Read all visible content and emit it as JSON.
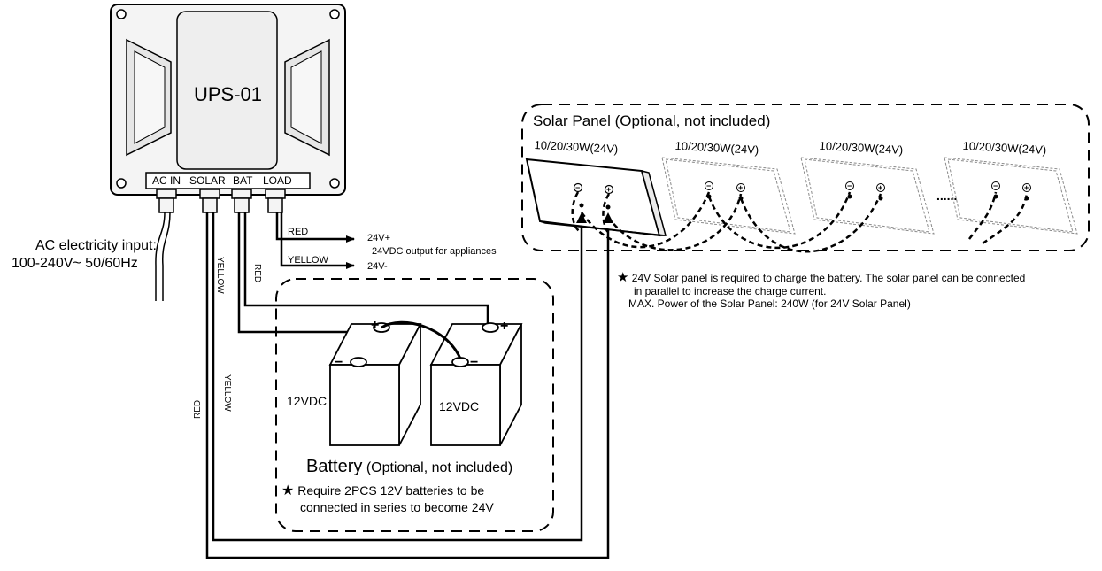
{
  "ups": {
    "name": "UPS-01",
    "ports": [
      "AC IN",
      "SOLAR",
      "BAT",
      "LOAD"
    ]
  },
  "ac_input": {
    "line1": "AC electricity input:",
    "line2": "100-240V~ 50/60Hz"
  },
  "load": {
    "red_label": "RED",
    "yellow_label": "YELLOW",
    "plus": "24V+",
    "minus": "24V-",
    "note": "24VDC output for appliances"
  },
  "wires": {
    "solar_red": "RED",
    "solar_yellow": "YELLOW",
    "bat_yellow": "YELLOW",
    "bat_red": "RED"
  },
  "battery": {
    "cell_label": "12VDC",
    "title_main": "Battery",
    "title_sub": "(Optional, not included)",
    "star": "★",
    "note_line1": "Require 2PCS 12V batteries to be",
    "note_line2": "connected in series to become 24V"
  },
  "solar": {
    "title": "Solar Panel (Optional, not included)",
    "panel_label": "10/20/30W(24V)",
    "ellipsis": "......",
    "star": "★",
    "note_line1": "24V Solar panel is required to charge the battery. The solar panel can be connected",
    "note_line2": "in parallel to increase the charge current.",
    "note_line3": "MAX. Power of the Solar Panel: 240W (for 24V Solar Panel)"
  },
  "colors": {
    "line": "#000000",
    "enclosure": "#f4f4f4",
    "panel_fill": "#ffffff",
    "ghost": "#9a9a9a"
  }
}
